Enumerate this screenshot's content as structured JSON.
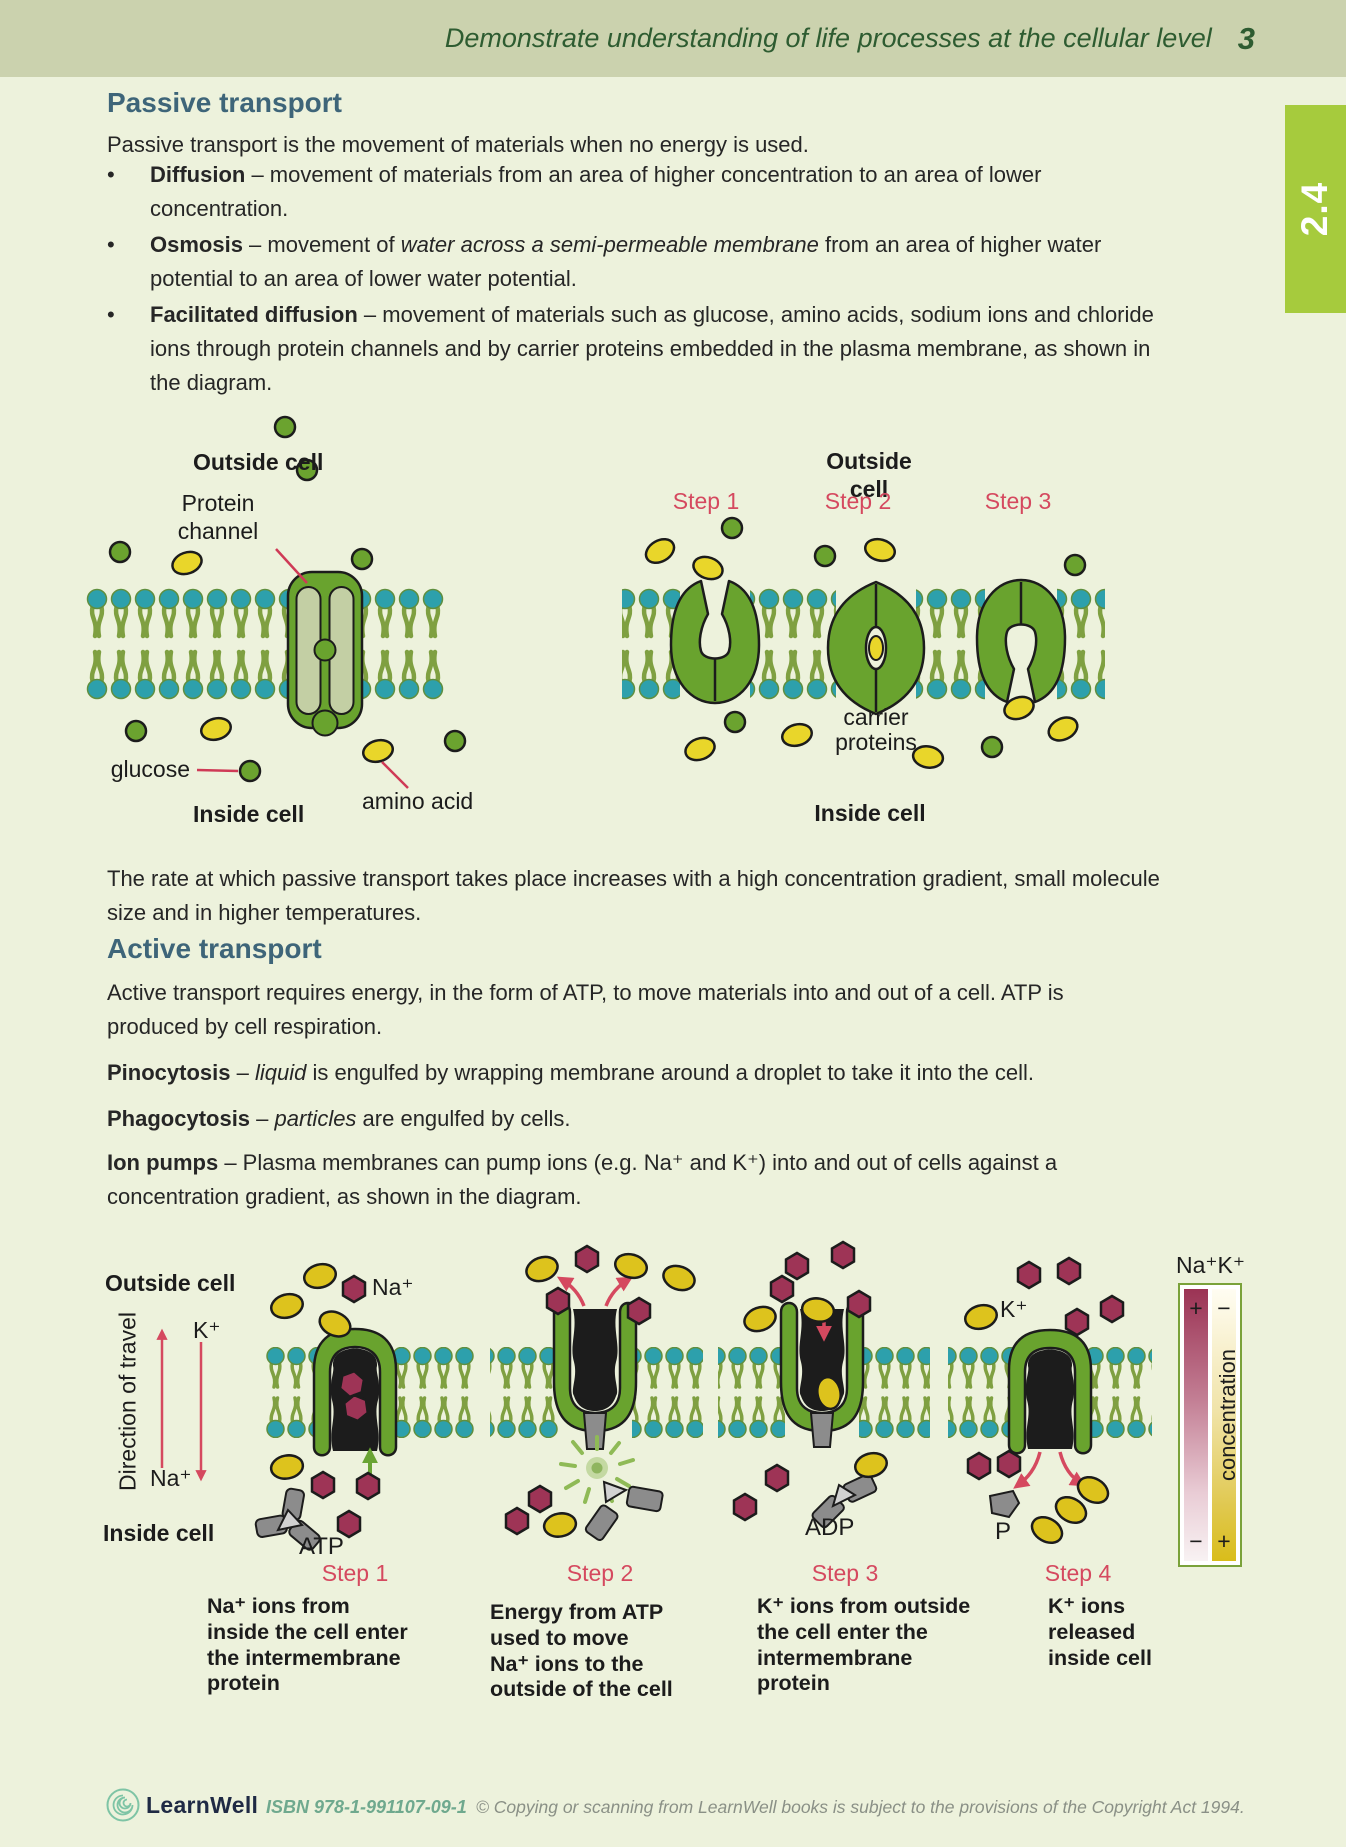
{
  "header": {
    "title": "Demonstrate understanding of life processes at the cellular level",
    "page_number": "3",
    "unit_tab": "2.4"
  },
  "passive": {
    "heading": "Passive transport",
    "intro": "Passive transport is the movement of materials when no energy is used.",
    "bullets": {
      "diffusion": {
        "term": "Diffusion",
        "rest": " – movement of materials from an area of higher concentration to an area of lower\nconcentration."
      },
      "osmosis": {
        "term": "Osmosis",
        "mid": " – movement of ",
        "italic": "water across a semi-permeable membrane",
        "rest": " from an area of higher water\npotential to an area of lower water potential."
      },
      "facilitated": {
        "term": "Facilitated diffusion",
        "rest": " – movement of materials such as glucose, amino acids, sodium ions and chloride\nions through protein channels and by carrier proteins embedded in the plasma membrane, as shown in\nthe diagram."
      }
    },
    "rate_note": "The rate at which passive transport takes place increases with a high concentration gradient, small molecule\nsize and in higher temperatures."
  },
  "facilitated_diagram": {
    "outside_left": "Outside cell",
    "protein_channel": "Protein channel",
    "glucose": "glucose",
    "amino_acid": "amino acid",
    "inside_left": "Inside cell",
    "outside_right": "Outside cell",
    "step1": "Step 1",
    "step2": "Step 2",
    "step3": "Step 3",
    "carrier_proteins": "carrier proteins",
    "inside_right": "Inside cell"
  },
  "active": {
    "heading": "Active transport",
    "intro": "Active transport requires energy, in the form of ATP, to move materials into and out of a cell. ATP is\nproduced by cell respiration.",
    "pinocytosis": {
      "term": "Pinocytosis",
      "mid": " – ",
      "italic": "liquid",
      "rest": " is engulfed by wrapping membrane around a droplet to take it into the cell."
    },
    "phagocytosis": {
      "term": "Phagocytosis",
      "mid": " – ",
      "italic": "particles",
      "rest": " are engulfed by cells."
    },
    "ion_pumps": {
      "term": "Ion pumps",
      "rest": " – Plasma membranes can pump ions (e.g. Na⁺ and K⁺) into and out of cells against a\nconcentration gradient, as shown in the diagram."
    }
  },
  "pump_diagram": {
    "outside": "Outside cell",
    "inside": "Inside cell",
    "direction": "Direction of travel",
    "k_axis": "K⁺",
    "na_axis": "Na⁺",
    "na_molecule": "Na⁺",
    "k_molecule": "K⁺",
    "atp": "ATP",
    "adp": "ADP",
    "p": "P",
    "steps": [
      {
        "label": "Step 1",
        "desc": "Na⁺ ions from\ninside the cell enter\nthe intermembrane\nprotein"
      },
      {
        "label": "Step 2",
        "desc": "Energy from ATP\nused to move\nNa⁺ ions to the\noutside of the cell"
      },
      {
        "label": "Step 3",
        "desc": "K⁺ ions from outside\nthe cell enter the\nintermembrane\nprotein"
      },
      {
        "label": "Step 4",
        "desc": "K⁺ ions\nreleased\ninside cell"
      }
    ],
    "gradient": {
      "title": "Na⁺K⁺",
      "na_top": "+",
      "na_bottom": "−",
      "k_top": "−",
      "k_bottom": "+",
      "axis": "concentration"
    }
  },
  "footer": {
    "brand": "LearnWell",
    "isbn": "ISBN 978-1-991107-09-1",
    "copyright": "© Copying or scanning from LearnWell books is subject to the provisions of the Copyright Act 1994."
  },
  "colors": {
    "header_bar": "#cbd2ae",
    "page_bg": "#edf2dc",
    "tab_green": "#a6cb3d",
    "heading_teal": "#3e6579",
    "step_red": "#d5495f",
    "membrane_head_teal": "#2da0ac",
    "membrane_tail_green": "#7fa041",
    "protein_green": "#69a32e",
    "channel_inner_sage": "#c3cfa4",
    "sodium_maroon": "#9e3456",
    "molecule_yellow": "#e9d62a",
    "potassium_gold": "#ddc31d",
    "atp_gray": "#8c8c8c"
  }
}
